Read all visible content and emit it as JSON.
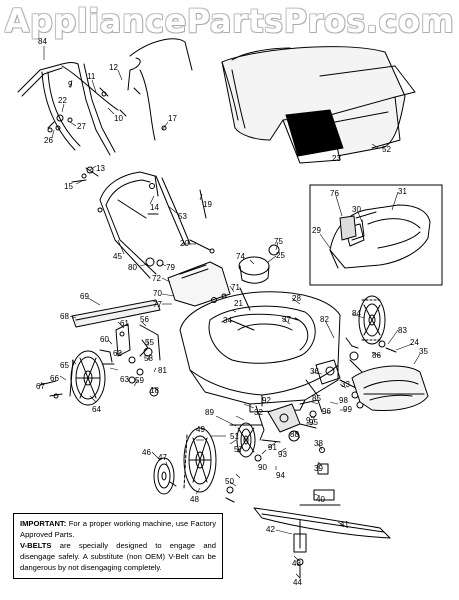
{
  "watermark": "AppliancePartsPros.com",
  "note": {
    "p1_bold": "IMPORTANT:",
    "p1_text": " For a proper working machine, use Factory Approved Parts.",
    "p2_bold": "V-BELTS",
    "p2_text": " are specially designed to engage and disengage safely. A substitute (non OEM) V-Belt can be dangerous by not disengaging completely."
  },
  "callouts": [
    "84",
    "9",
    "11",
    "12",
    "22",
    "27",
    "26",
    "10",
    "17",
    "13",
    "15",
    "14",
    "53",
    "19",
    "20",
    "45",
    "80",
    "79",
    "75",
    "74",
    "25",
    "72",
    "70",
    "77",
    "71",
    "28",
    "69",
    "21",
    "34",
    "37",
    "68",
    "61",
    "56",
    "60",
    "62",
    "55",
    "65",
    "58",
    "59",
    "81",
    "18",
    "66",
    "67",
    "63",
    "64",
    "82",
    "84",
    "83",
    "86",
    "24",
    "35",
    "36",
    "33",
    "98",
    "99",
    "85",
    "96",
    "97",
    "95",
    "88",
    "92",
    "32",
    "89",
    "91",
    "90",
    "93",
    "94",
    "51",
    "49",
    "57",
    "46",
    "47",
    "50",
    "48",
    "52",
    "23",
    "76",
    "31",
    "30",
    "29",
    "38",
    "39",
    "40",
    "41",
    "42",
    "43",
    "44"
  ]
}
